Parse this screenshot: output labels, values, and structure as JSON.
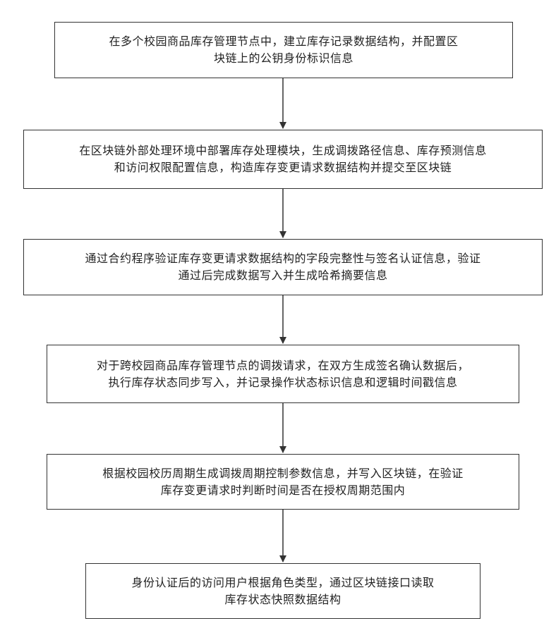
{
  "flowchart": {
    "steps": [
      {
        "text": "在多个校园商品库存管理节点中，建立库存记录数据结构，并配置区\n块链上的公钥身份标识信息"
      },
      {
        "text": "在区块链外部处理环境中部署库存处理模块，生成调拨路径信息、库存预测信息\n和访问权限配置信息，构造库存变更请求数据结构并提交至区块链"
      },
      {
        "text": "通过合约程序验证库存变更请求数据结构的字段完整性与签名认证信息，验证\n通过后完成数据写入并生成哈希摘要信息"
      },
      {
        "text": "对于跨校园商品库存管理节点的调拨请求，在双方生成签名确认数据后，\n执行库存状态同步写入，并记录操作状态标识信息和逻辑时间戳信息"
      },
      {
        "text": "根据校园校历周期生成调拨周期控制参数信息，并写入区块链，在验证\n库存变更请求时判断时间是否在授权周期范围内"
      },
      {
        "text": "身份认证后的访问用户根据角色类型，通过区块链接口读取\n库存状态快照数据结构"
      }
    ],
    "colors": {
      "stroke": "#333333",
      "text": "#222222",
      "background": "#ffffff"
    }
  }
}
